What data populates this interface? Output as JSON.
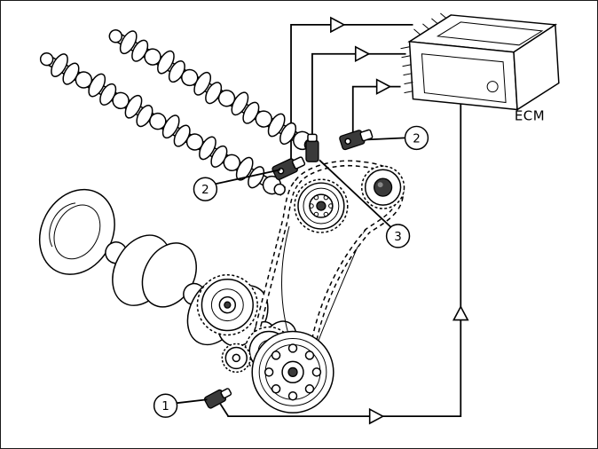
{
  "diagram": {
    "type": "technical-illustration",
    "ecm_label": "ECM",
    "callouts": [
      {
        "id": "1",
        "label": "1",
        "target": "crankshaft-position-sensor"
      },
      {
        "id": "2a",
        "label": "2",
        "target": "camshaft-position-sensor-left"
      },
      {
        "id": "2b",
        "label": "2",
        "target": "camshaft-position-sensor-right"
      },
      {
        "id": "3",
        "label": "3",
        "target": "center-sensor"
      }
    ],
    "colors": {
      "line": "#000000",
      "background": "#ffffff"
    }
  }
}
